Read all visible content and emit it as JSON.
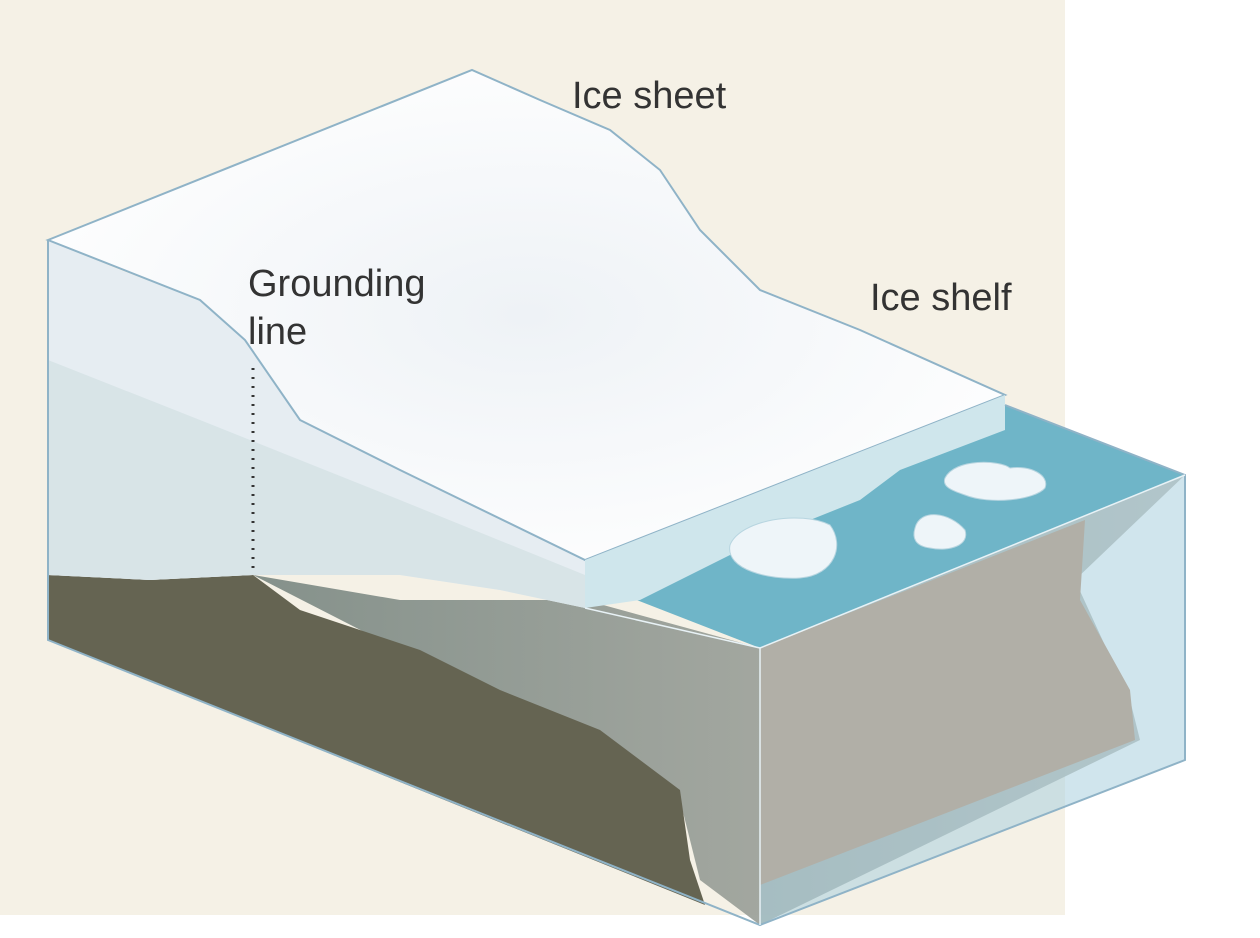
{
  "labels": {
    "ice_sheet": "Ice sheet",
    "grounding_line_1": "Grounding",
    "grounding_line_2": "line",
    "ice_shelf": "Ice shelf"
  },
  "colors": {
    "background": "#f5f1e6",
    "ice_top": "#fbfcfd",
    "ice_side": "#e6edf2",
    "ice_side_lower": "#d8e4e7",
    "bedrock": "#656452",
    "water_surface": "#6fb5c8",
    "water_side": "#a9d0de",
    "seabed": "#aaa9a1",
    "outline": "#8fb3c7"
  }
}
